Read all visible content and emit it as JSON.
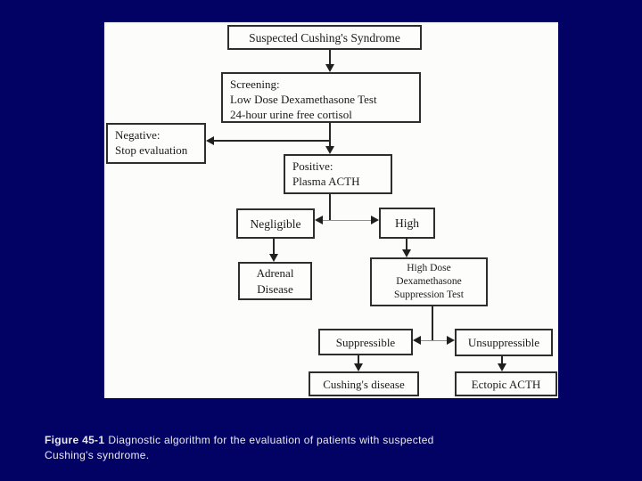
{
  "colors": {
    "background": "#020264",
    "panel": "#fcfcfa",
    "box_border": "#2e2e2e",
    "diagram_text": "#1b1b1b",
    "connector": "#262626",
    "caption_text": "#e9e9ef"
  },
  "caption": {
    "label": "Figure 45-1",
    "lines": [
      "Diagnostic algorithm for the evaluation of patients with suspected",
      "Cushing's syndrome."
    ]
  },
  "diagram": {
    "nodes": {
      "suspected": {
        "label": "Suspected Cushing's Syndrome"
      },
      "screening": {
        "lines": [
          "Screening:",
          "Low Dose Dexamethasone Test",
          "24-hour urine free cortisol"
        ]
      },
      "negative": {
        "lines": [
          "Negative:",
          "Stop evaluation"
        ]
      },
      "positive": {
        "lines": [
          "Positive:",
          "Plasma ACTH"
        ]
      },
      "negligible": {
        "label": "Negligible"
      },
      "high": {
        "label": "High"
      },
      "adrenal": {
        "lines": [
          "Adrenal",
          "Disease"
        ]
      },
      "highdose": {
        "lines": [
          "High Dose",
          "Dexamethasone",
          "Suppression Test"
        ]
      },
      "suppressible": {
        "label": "Suppressible"
      },
      "unsuppressible": {
        "label": "Unsuppressible"
      },
      "cushings": {
        "label": "Cushing's disease"
      },
      "ectopic": {
        "label": "Ectopic ACTH"
      }
    },
    "edges": [
      {
        "from": "suspected",
        "to": "screening"
      },
      {
        "from": "screening",
        "to": "negative"
      },
      {
        "from": "screening",
        "to": "positive"
      },
      {
        "from": "positive",
        "to": "negligible"
      },
      {
        "from": "positive",
        "to": "high"
      },
      {
        "from": "negligible",
        "to": "adrenal"
      },
      {
        "from": "high",
        "to": "highdose"
      },
      {
        "from": "highdose",
        "to": "suppressible"
      },
      {
        "from": "highdose",
        "to": "unsuppressible"
      },
      {
        "from": "suppressible",
        "to": "cushings"
      },
      {
        "from": "unsuppressible",
        "to": "ectopic"
      }
    ]
  }
}
